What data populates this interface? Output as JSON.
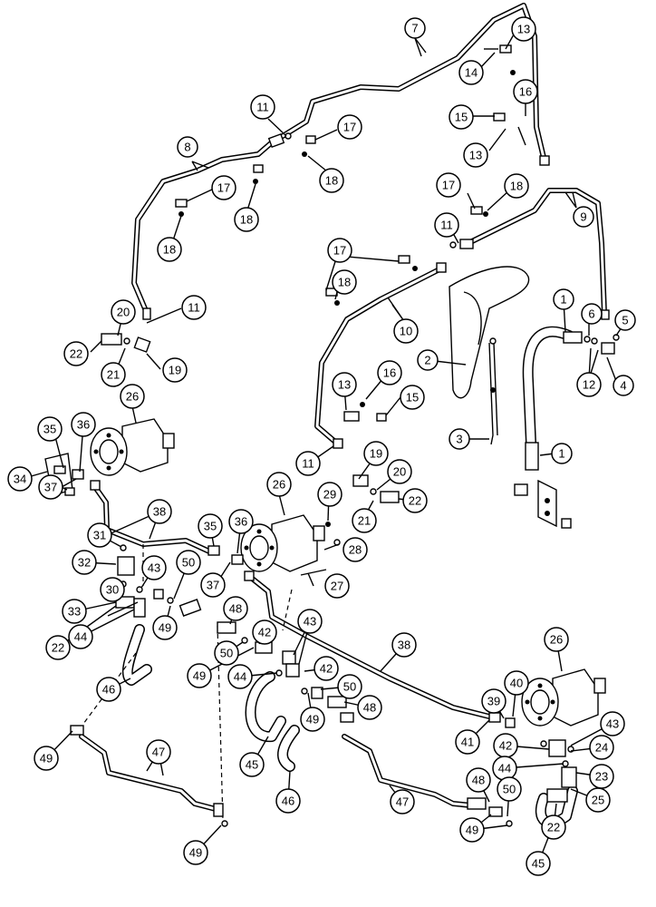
{
  "callouts": [
    {
      "id": "c7",
      "label": "7"
    },
    {
      "id": "c13a",
      "label": "13"
    },
    {
      "id": "c14",
      "label": "14"
    },
    {
      "id": "c16a",
      "label": "16"
    },
    {
      "id": "c15a",
      "label": "15"
    },
    {
      "id": "c13b",
      "label": "13"
    },
    {
      "id": "c11a",
      "label": "11"
    },
    {
      "id": "c17a",
      "label": "17"
    },
    {
      "id": "c18a",
      "label": "18"
    },
    {
      "id": "c8",
      "label": "8"
    },
    {
      "id": "c17b",
      "label": "17"
    },
    {
      "id": "c18b",
      "label": "18"
    },
    {
      "id": "c18c",
      "label": "18"
    },
    {
      "id": "c17c",
      "label": "17"
    },
    {
      "id": "c18d",
      "label": "18"
    },
    {
      "id": "c9",
      "label": "9"
    },
    {
      "id": "c11b",
      "label": "11"
    },
    {
      "id": "c17d",
      "label": "17"
    },
    {
      "id": "c18e",
      "label": "18"
    },
    {
      "id": "c10",
      "label": "10"
    },
    {
      "id": "c1a",
      "label": "1"
    },
    {
      "id": "c6",
      "label": "6"
    },
    {
      "id": "c5",
      "label": "5"
    },
    {
      "id": "c12",
      "label": "12"
    },
    {
      "id": "c4",
      "label": "4"
    },
    {
      "id": "c2",
      "label": "2"
    },
    {
      "id": "c3",
      "label": "3"
    },
    {
      "id": "c1b",
      "label": "1"
    },
    {
      "id": "c20a",
      "label": "20"
    },
    {
      "id": "c11c",
      "label": "11"
    },
    {
      "id": "c22a",
      "label": "22"
    },
    {
      "id": "c21a",
      "label": "21"
    },
    {
      "id": "c19a",
      "label": "19"
    },
    {
      "id": "c13c",
      "label": "13"
    },
    {
      "id": "c16b",
      "label": "16"
    },
    {
      "id": "c15b",
      "label": "15"
    },
    {
      "id": "c26a",
      "label": "26"
    },
    {
      "id": "c35a",
      "label": "35"
    },
    {
      "id": "c36a",
      "label": "36"
    },
    {
      "id": "c34",
      "label": "34"
    },
    {
      "id": "c37a",
      "label": "37"
    },
    {
      "id": "c11d",
      "label": "11"
    },
    {
      "id": "c19b",
      "label": "19"
    },
    {
      "id": "c20b",
      "label": "20"
    },
    {
      "id": "c26b",
      "label": "26"
    },
    {
      "id": "c29",
      "label": "29"
    },
    {
      "id": "c21b",
      "label": "21"
    },
    {
      "id": "c22b",
      "label": "22"
    },
    {
      "id": "c38a",
      "label": "38"
    },
    {
      "id": "c31",
      "label": "31"
    },
    {
      "id": "c35b",
      "label": "35"
    },
    {
      "id": "c36b",
      "label": "36"
    },
    {
      "id": "c28",
      "label": "28"
    },
    {
      "id": "c32",
      "label": "32"
    },
    {
      "id": "c43a",
      "label": "43"
    },
    {
      "id": "c50a",
      "label": "50"
    },
    {
      "id": "c37b",
      "label": "37"
    },
    {
      "id": "c27",
      "label": "27"
    },
    {
      "id": "c30",
      "label": "30"
    },
    {
      "id": "c33",
      "label": "33"
    },
    {
      "id": "c49a",
      "label": "49"
    },
    {
      "id": "c48a",
      "label": "48"
    },
    {
      "id": "c42a",
      "label": "42"
    },
    {
      "id": "c43b",
      "label": "43"
    },
    {
      "id": "c22c",
      "label": "22"
    },
    {
      "id": "c44a",
      "label": "44"
    },
    {
      "id": "c50b",
      "label": "50"
    },
    {
      "id": "c49b",
      "label": "49"
    },
    {
      "id": "c38b",
      "label": "38"
    },
    {
      "id": "c26c",
      "label": "26"
    },
    {
      "id": "c46a",
      "label": "46"
    },
    {
      "id": "c44b",
      "label": "44"
    },
    {
      "id": "c42b",
      "label": "42"
    },
    {
      "id": "c50c",
      "label": "50"
    },
    {
      "id": "c40",
      "label": "40"
    },
    {
      "id": "c39",
      "label": "39"
    },
    {
      "id": "c48b",
      "label": "48"
    },
    {
      "id": "c49c",
      "label": "49"
    },
    {
      "id": "c41",
      "label": "41"
    },
    {
      "id": "c43c",
      "label": "43"
    },
    {
      "id": "c49d",
      "label": "49"
    },
    {
      "id": "c47a",
      "label": "47"
    },
    {
      "id": "c45a",
      "label": "45"
    },
    {
      "id": "c42c",
      "label": "42"
    },
    {
      "id": "c24",
      "label": "24"
    },
    {
      "id": "c44c",
      "label": "44"
    },
    {
      "id": "c23",
      "label": "23"
    },
    {
      "id": "c46b",
      "label": "46"
    },
    {
      "id": "c25",
      "label": "25"
    },
    {
      "id": "c47b",
      "label": "47"
    },
    {
      "id": "c48c",
      "label": "48"
    },
    {
      "id": "c50d",
      "label": "50"
    },
    {
      "id": "c22d",
      "label": "22"
    },
    {
      "id": "c49e",
      "label": "49"
    },
    {
      "id": "c49f",
      "label": "49"
    },
    {
      "id": "c45b",
      "label": "45"
    }
  ]
}
